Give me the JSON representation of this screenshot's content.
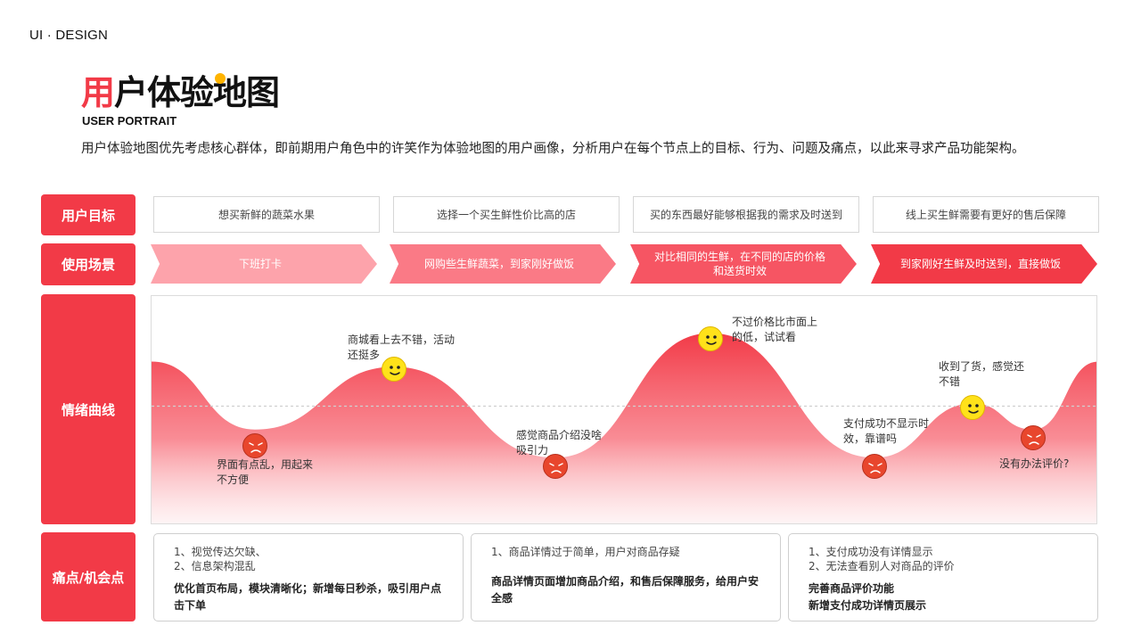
{
  "brand": "UI · DESIGN",
  "title": {
    "accent": "用",
    "rest": "户体验地图"
  },
  "subtitle": "USER PORTRAIT",
  "intro": "用户体验地图优先考虑核心群体，即前期用户角色中的许笑作为体验地图的用户画像，分析用户在每个节点上的目标、行为、问题及痛点，以此来寻求产品功能架构。",
  "labels": {
    "goal": "用户目标",
    "scene": "使用场景",
    "emotion": "情绪曲线",
    "pain": "痛点/机会点"
  },
  "goals": [
    "想买新鲜的蔬菜水果",
    "选择一个买生鲜性价比高的店",
    "买的东西最好能够根据我的需求及时送到",
    "线上买生鲜需要有更好的售后保障"
  ],
  "scenes": [
    {
      "text": "下班打卡",
      "color": "#fda3ab"
    },
    {
      "text": "网购些生鲜蔬菜，到家刚好做饭",
      "color": "#fa7a86"
    },
    {
      "text": "对比相同的生鲜，在不同的店的价格和送货时效",
      "color": "#f65563"
    },
    {
      "text": "到家刚好生鲜及时送到，直接做饭",
      "color": "#f23a47"
    }
  ],
  "emotion": {
    "baseline": 0.5,
    "color": "#f23a47",
    "points": [
      {
        "mood": "negative",
        "level": -0.25,
        "text": "界面有点乱，用起来不方便"
      },
      {
        "mood": "positive",
        "level": 0.42,
        "text": "商城看上去不错，活动还挺多"
      },
      {
        "mood": "negative",
        "level": -0.55,
        "text": "感觉商品介绍没啥吸引力"
      },
      {
        "mood": "positive",
        "level": 0.78,
        "text": "不过价格比市面上的低，试试看"
      },
      {
        "mood": "negative",
        "level": -0.55,
        "text": "支付成功不显示时效，靠谱吗"
      },
      {
        "mood": "positive",
        "level": 0.03,
        "text": "收到了货，感觉还不错"
      },
      {
        "mood": "negative",
        "level": -0.25,
        "text": "没有办法评价?"
      }
    ],
    "annotations": [
      [
        "界面有点乱，用起来",
        "不方便"
      ],
      [
        "商城看上去不错，活动",
        "还挺多"
      ],
      [
        "感觉商品介绍没啥",
        "吸引力"
      ],
      [
        "不过价格比市面上",
        "的低，试试看"
      ],
      [
        "支付成功不显示时",
        "效，靠谱吗"
      ],
      [
        "收到了货，感觉还",
        "不错"
      ],
      [
        "没有办法评价?"
      ]
    ]
  },
  "pains": [
    {
      "problems": [
        "1、视觉传达欠缺、",
        "2、信息架构混乱"
      ],
      "solution": "优化首页布局，模块清晰化；新增每日秒杀，吸引用户点击下单"
    },
    {
      "problems": [
        "1、商品详情过于简单，用户对商品存疑"
      ],
      "solution": "商品详情页面增加商品介绍，和售后保障服务，给用户安全感"
    },
    {
      "problems": [
        "1、支付成功没有详情显示",
        "2、无法查看别人对商品的评价"
      ],
      "solution": "完善商品评价功能\n新增支付成功详情页展示"
    }
  ]
}
